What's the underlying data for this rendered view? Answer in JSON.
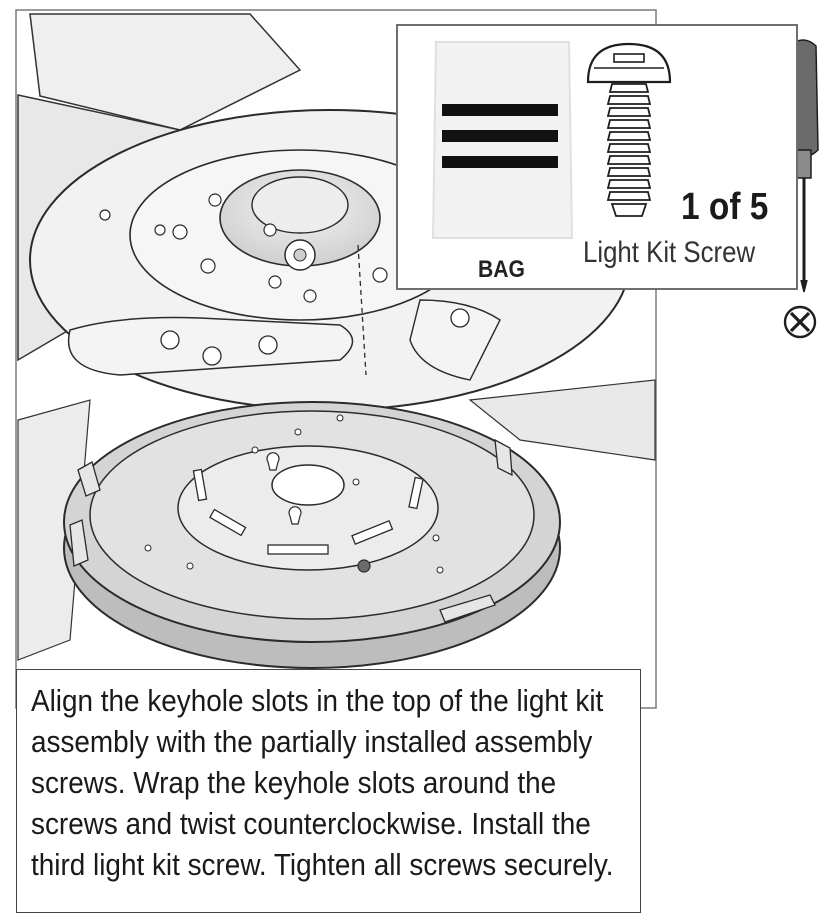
{
  "hardware_callout": {
    "bag_label": "BAG",
    "count": "1 of 5",
    "part_name": "Light Kit Screw",
    "colors": {
      "line": "#2b2b2b",
      "panel_border": "#6e6e6e",
      "tool_handle": "#6b6b6b"
    }
  },
  "instruction": {
    "text": "Align the keyhole slots in the top of the light kit assembly with the partially installed assembly screws. Wrap the keyhole slots around the screws and twist counterclockwise. Install the third light kit screw. Tighten all screws securely."
  },
  "icons": [
    "screwdriver-icon",
    "phillips-tip-icon",
    "screw-icon",
    "bag-icon"
  ]
}
